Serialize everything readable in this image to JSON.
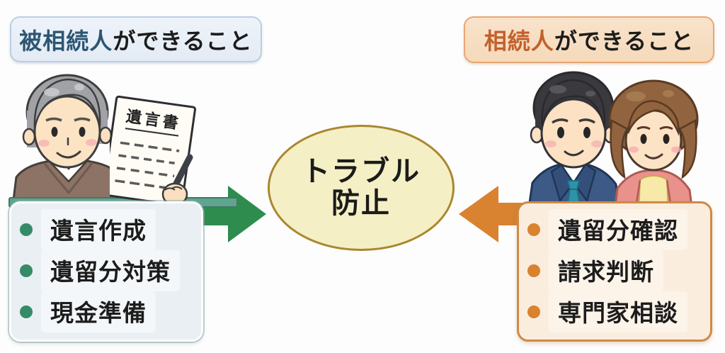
{
  "left": {
    "header": {
      "highlight": "被相続人",
      "suffix": "ができること"
    },
    "items": [
      "遺言作成",
      "遺留分対策",
      "現金準備"
    ],
    "document": {
      "title": "遺言書"
    }
  },
  "center": {
    "lines": [
      "トラブル",
      "防止"
    ]
  },
  "right": {
    "header": {
      "highlight": "相続人",
      "suffix": "ができること"
    },
    "items": [
      "遺留分確認",
      "請求判断",
      "専門家相談"
    ]
  },
  "colors": {
    "decedent_accent": "#2c5672",
    "heir_accent": "#c2602c",
    "green_arrow": "#2f8c4f",
    "orange_arrow": "#d9822f",
    "ellipse_fill": "#f5efc5",
    "ellipse_border": "#a9872f",
    "left_bullet": "#358a68",
    "right_bullet": "#d9822f",
    "desk": "#5fa48d"
  }
}
